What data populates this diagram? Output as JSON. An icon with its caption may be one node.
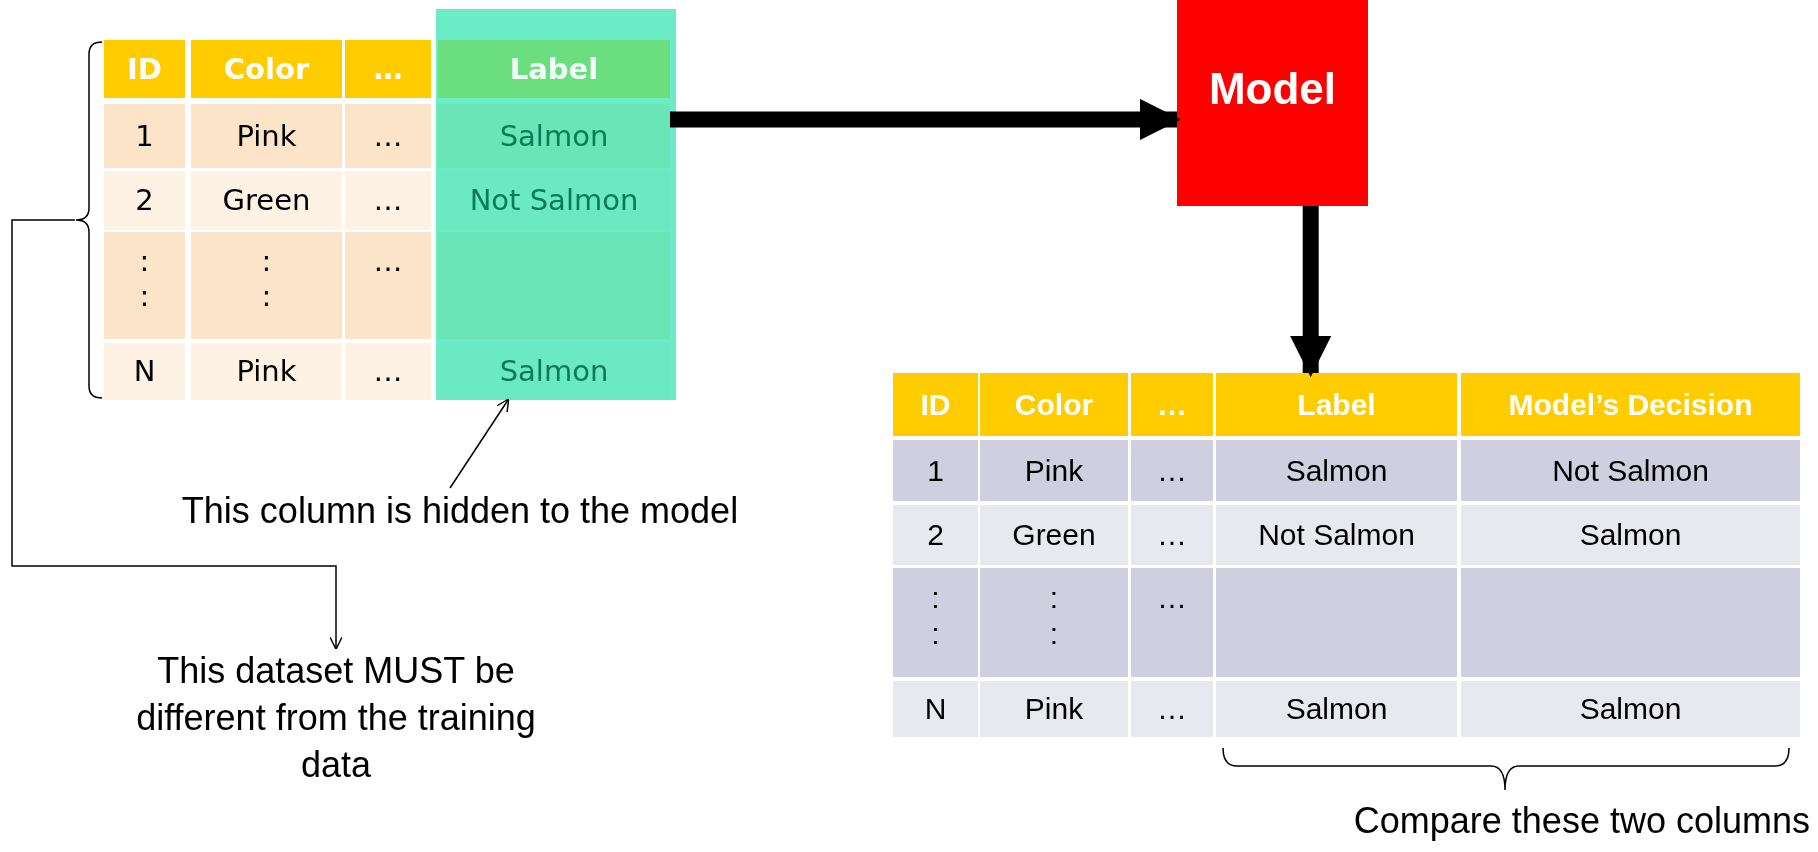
{
  "diagram": {
    "nodes": [
      {
        "text": [],
        "shape": "box"
      },
      {
        "text": [],
        "shape": "box"
      },
      {
        "text": [
          "Model"
        ]
      },
      {
        "text": [],
        "shape": "box"
      },
      {
        "text": [
          "This column is hidden to the model"
        ]
      },
      {
        "text": [
          "This dataset MUST be different from the training data"
        ]
      }
    ],
    "edges": [
      {
        "from": 0,
        "to": 2,
        "arrow": "to",
        "style": "thick"
      },
      {
        "from": 2,
        "to": 3,
        "arrow": "to",
        "style": "thick"
      },
      {
        "from": 4,
        "to": 1,
        "arrow": "to"
      },
      {
        "from": 0,
        "to": 5,
        "arrow": "to"
      }
    ],
    "labels": [
      "ID",
      "Color",
      "…",
      "Label",
      "1",
      "Pink",
      "…",
      "Salmon",
      "2",
      "Green",
      "…",
      "Not Salmon",
      ": :",
      ": :",
      "…",
      "N",
      "Pink",
      "…",
      "Salmon",
      "ID",
      "Color",
      "…",
      "Label",
      "Model’s Decision",
      "1",
      "Pink",
      "…",
      "Salmon",
      "Not Salmon",
      "2",
      "Green",
      "…",
      "Not Salmon",
      "Salmon",
      ": :",
      ": :",
      "…",
      "N",
      "Pink",
      "…",
      "Salmon",
      "Salmon",
      "Compare these two columns"
    ]
  }
}
